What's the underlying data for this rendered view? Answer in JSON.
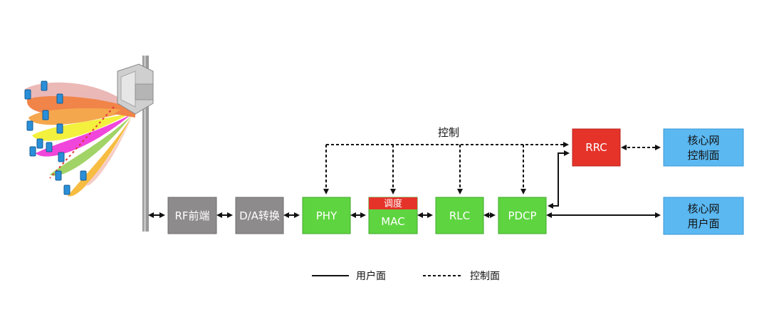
{
  "control_label": "控制",
  "blocks": {
    "rf": "RF前端",
    "da": "D/A转换",
    "phy": "PHY",
    "sched": "调度",
    "mac": "MAC",
    "rlc": "RLC",
    "pdcp": "PDCP",
    "rrc": "RRC",
    "core_ctrl": [
      "核心网",
      "控制面"
    ],
    "core_user": [
      "核心网",
      "用户面"
    ]
  },
  "legend": {
    "user_plane": "用户面",
    "control_plane": "控制面"
  },
  "colors": {
    "gray_block": "#8e8b8c",
    "green_block": "#5ed540",
    "red_block": "#e5332a",
    "blue_block": "#5bb8f1",
    "line": "#111111"
  },
  "icons": [
    "antenna-tower-icon",
    "beam-fan-icon",
    "phone-icon"
  ]
}
